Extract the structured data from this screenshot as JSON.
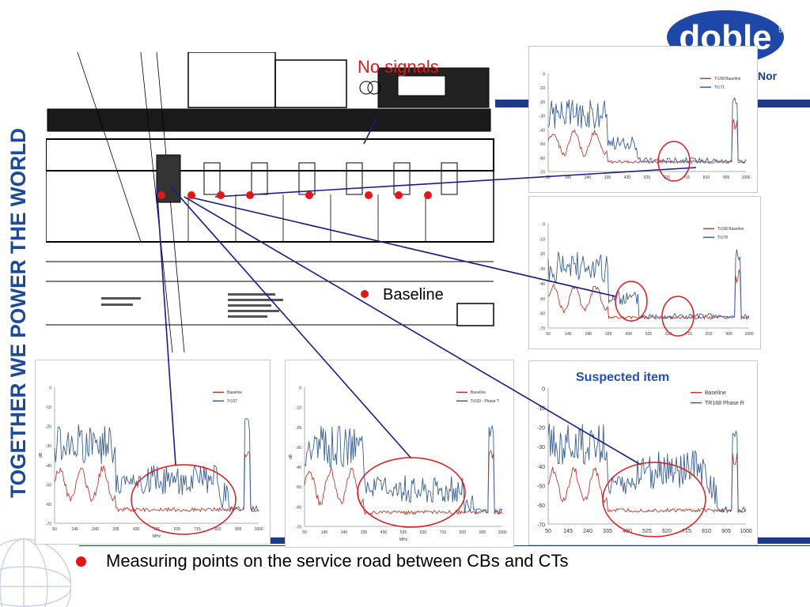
{
  "branding": {
    "slogan": "TOGETHER WE POWER THE WORLD",
    "logo_text": "doble",
    "logo_sub": "Nor",
    "slide_number": "9"
  },
  "colors": {
    "brand_blue": "#1c3c8a",
    "marker_red": "#e01818",
    "baseline_series": "#c0392b",
    "measured_series": "#3a5f95"
  },
  "annotations": {
    "no_signals": "No signals",
    "baseline": "Baseline",
    "suspected_item": "Suspected item"
  },
  "footer": {
    "bullet_text": "Measuring points on the service road between CBs and CTs"
  },
  "chart_data": [
    {
      "id": "top-right",
      "type": "line",
      "series": [
        {
          "name": "Tr168 Baseline"
        },
        {
          "name": "Tr171"
        }
      ],
      "x_ticks": [
        "50",
        "145",
        "240",
        "335",
        "430",
        "525",
        "620",
        "715",
        "810",
        "905",
        "1000"
      ],
      "y_ticks": [
        "0",
        "-10",
        "-20",
        "-30",
        "-40",
        "-50",
        "-60",
        "-70"
      ],
      "ylim": [
        -70,
        0
      ],
      "legend": "top-right"
    },
    {
      "id": "middle-right",
      "type": "line",
      "series": [
        {
          "name": "Tr168 Baseline"
        },
        {
          "name": "Tr178"
        }
      ],
      "x_ticks": [
        "50",
        "145",
        "240",
        "335",
        "430",
        "525",
        "620",
        "715",
        "810",
        "905",
        "1000"
      ],
      "y_ticks": [
        "0",
        "-10",
        "-20",
        "-30",
        "-40",
        "-50",
        "-60",
        "-70"
      ],
      "ylim": [
        -70,
        0
      ],
      "legend": "top-right"
    },
    {
      "id": "bottom-left",
      "type": "line",
      "series": [
        {
          "name": "Baseline"
        },
        {
          "name": "Tr167"
        }
      ],
      "x_ticks": [
        "50",
        "145",
        "240",
        "335",
        "430",
        "525",
        "620",
        "715",
        "810",
        "905",
        "1000"
      ],
      "y_ticks": [
        "0",
        "-10",
        "-20",
        "-30",
        "-40",
        "-50",
        "-60",
        "-70"
      ],
      "xlabel": "MHz",
      "ylabel": "dB",
      "ylim": [
        -70,
        0
      ],
      "legend": "top-right"
    },
    {
      "id": "bottom-middle",
      "type": "line",
      "series": [
        {
          "name": "Baseline"
        },
        {
          "name": "Tr169 - Phase T"
        }
      ],
      "x_ticks": [
        "50",
        "145",
        "240",
        "335",
        "430",
        "525",
        "620",
        "715",
        "810",
        "905",
        "1000"
      ],
      "y_ticks": [
        "0",
        "-10",
        "-20",
        "-30",
        "-40",
        "-50",
        "-60",
        "-70"
      ],
      "xlabel": "MHz",
      "ylabel": "dB",
      "ylim": [
        -70,
        0
      ],
      "legend": "top-right"
    },
    {
      "id": "bottom-right",
      "type": "line",
      "series": [
        {
          "name": "Baseline"
        },
        {
          "name": "TR168 Phase R"
        }
      ],
      "x_ticks": [
        "50",
        "145",
        "240",
        "335",
        "430",
        "525",
        "620",
        "715",
        "810",
        "905",
        "1000"
      ],
      "y_ticks": [
        "0",
        "-10",
        "-20",
        "-30",
        "-40",
        "-50",
        "-60",
        "-70"
      ],
      "ylim": [
        -70,
        0
      ],
      "legend": "top-right"
    }
  ]
}
